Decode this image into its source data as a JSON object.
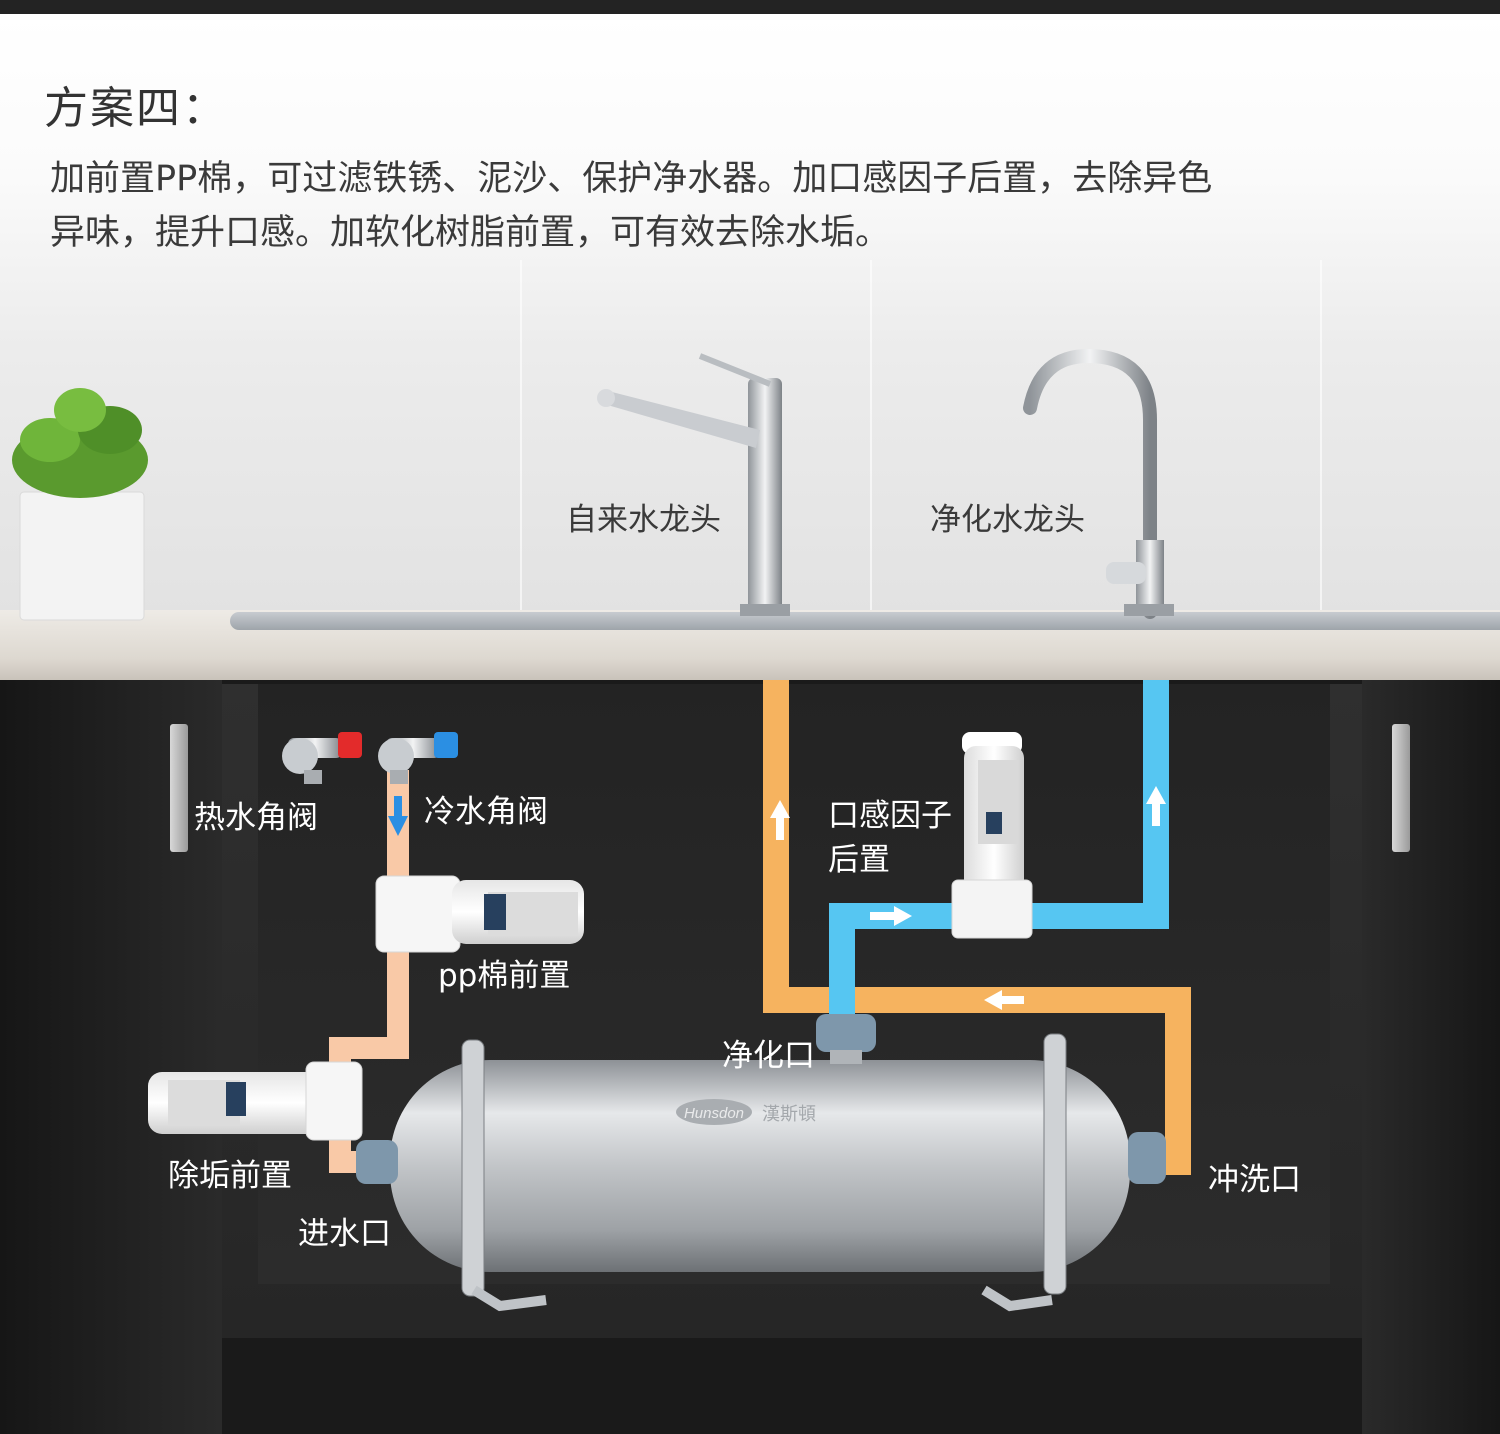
{
  "heading": "方案四：",
  "description": {
    "line1": "加前置PP棉，可过滤铁锈、泥沙、保护净水器。加口感因子后置，去除异色",
    "line2": "异味，提升口感。加软化树脂前置，可有效去除水垢。"
  },
  "labels": {
    "tap_water_faucet": "自来水龙头",
    "purified_faucet": "净化水龙头",
    "hot_valve": "热水角阀",
    "cold_valve": "冷水角阀",
    "taste_post_line1": "口感因子",
    "taste_post_line2": "后置",
    "pp_prefilter": "pp棉前置",
    "purified_outlet": "净化口",
    "scale_prefilter": "除垢前置",
    "flush_outlet": "冲洗口",
    "water_inlet": "进水口"
  },
  "brand": {
    "logo": "Hunsdon",
    "name": "漢斯頓"
  },
  "colors": {
    "orange_pipe": "#f6b35f",
    "blue_pipe": "#56c6f2",
    "peach_pipe": "#f9c9a7",
    "hot_valve": "#e32b2b",
    "cold_valve": "#2b8fe3"
  }
}
